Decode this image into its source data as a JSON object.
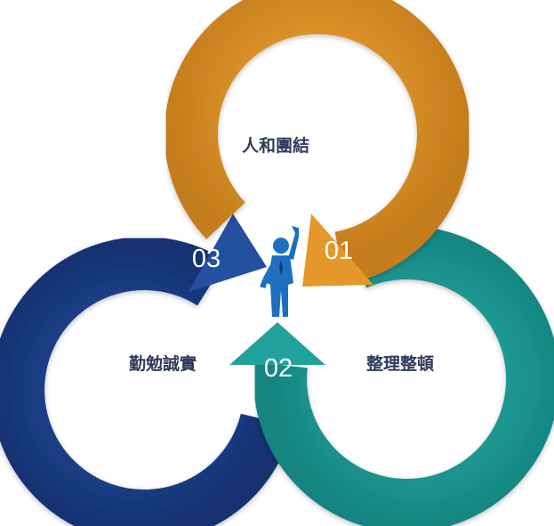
{
  "cycle": {
    "items": [
      {
        "number": "01",
        "label": "人和團結",
        "color": "#e3962a",
        "color_dark": "#b06f17"
      },
      {
        "number": "02",
        "label": "整理整頓",
        "color": "#24a39e",
        "color_dark": "#177f7b"
      },
      {
        "number": "03",
        "label": "勤勉誠實",
        "color": "#1f4597",
        "color_dark": "#16306f"
      }
    ],
    "center_figure": "cheering-person-icon"
  }
}
